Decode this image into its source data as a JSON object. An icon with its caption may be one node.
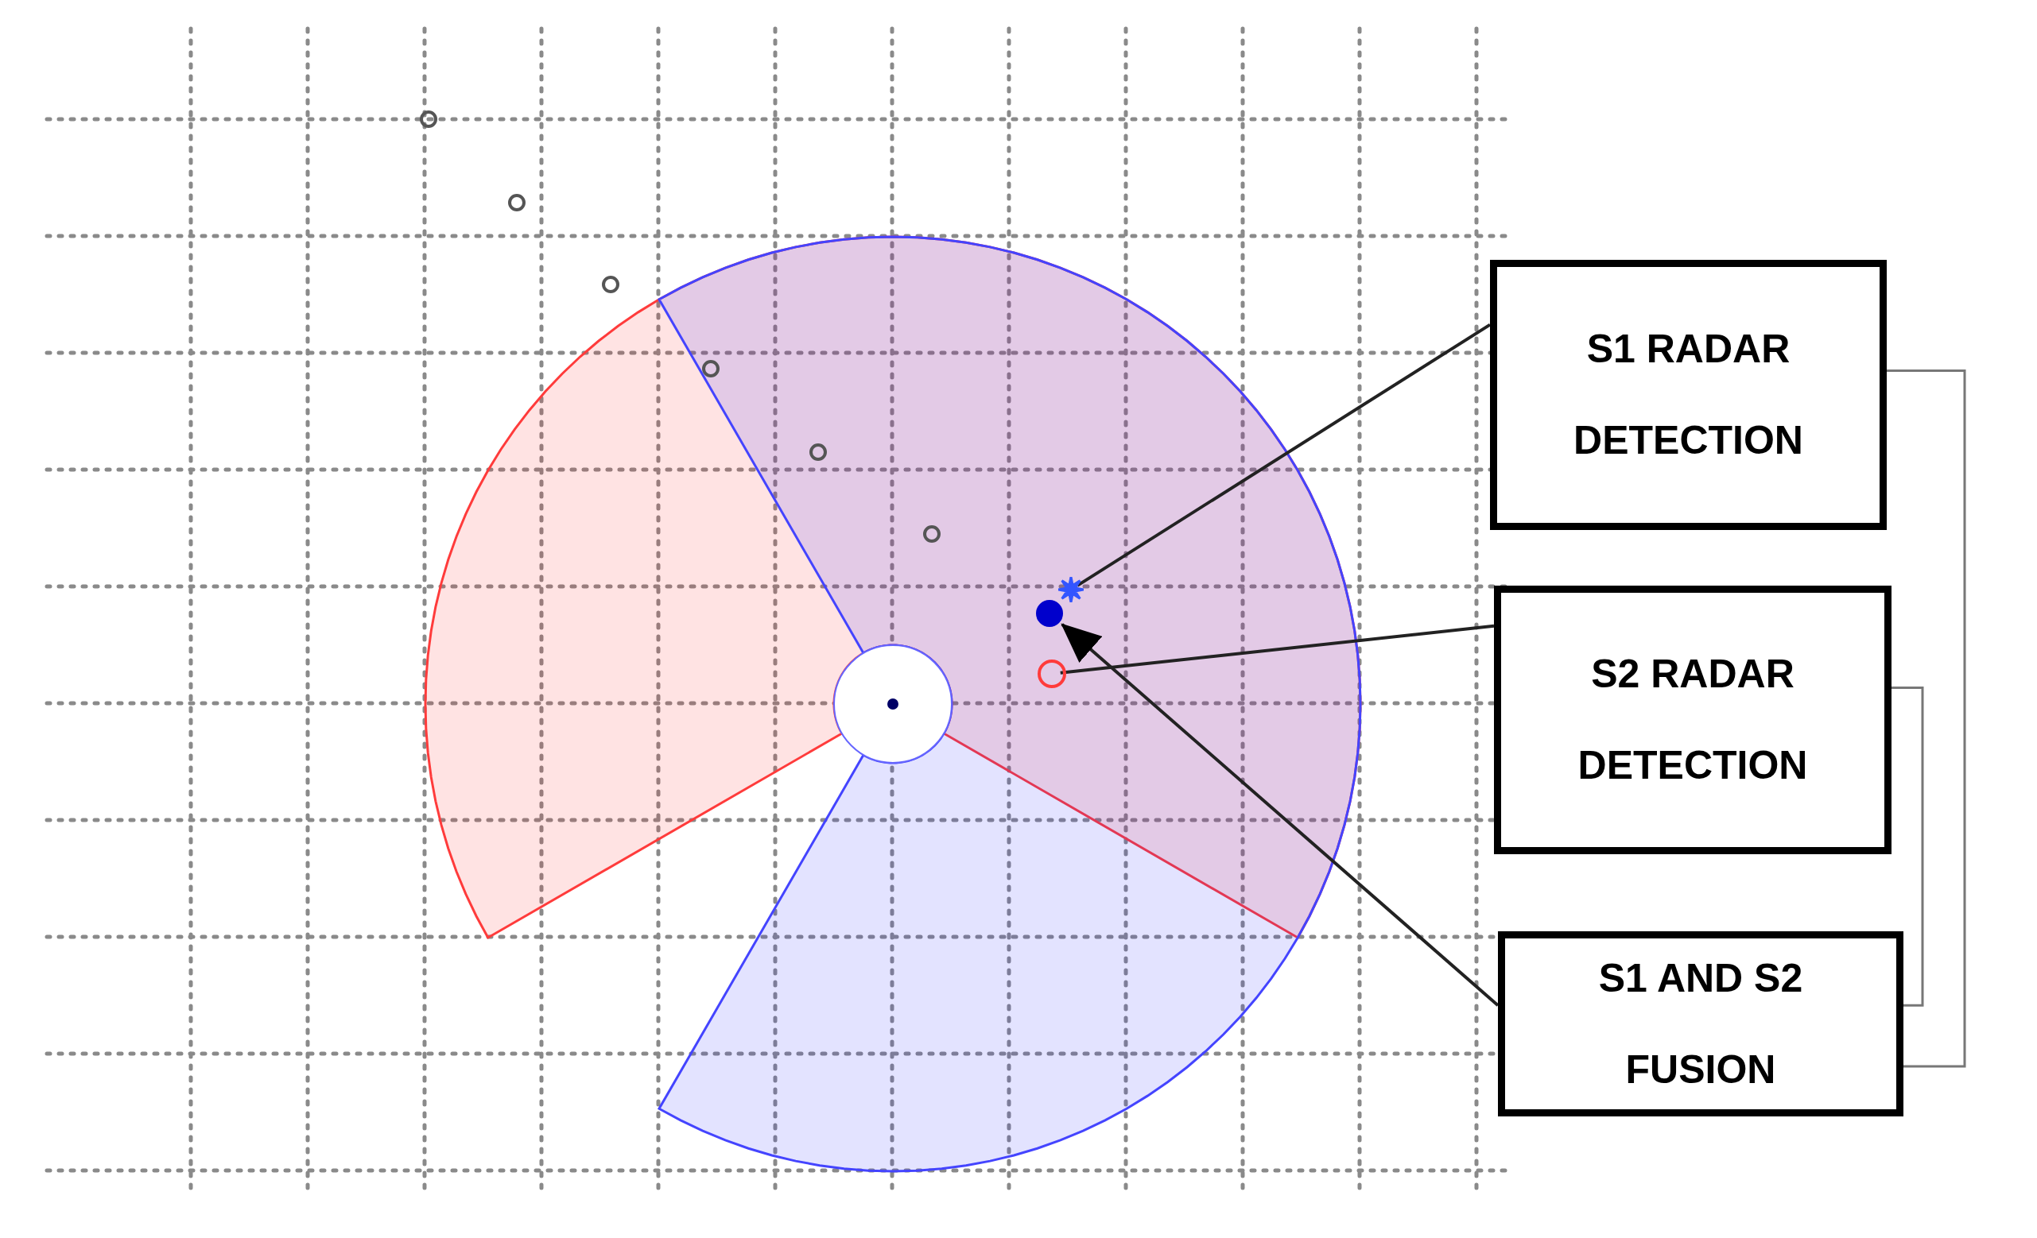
{
  "diagram": {
    "nodes": [
      {
        "text": [
          "S1 RADAR DETECTION"
        ]
      },
      {
        "text": [
          "S2 RADAR DETECTION"
        ]
      },
      {
        "text": [
          "S1 AND S2 FUSION"
        ]
      },
      {
        "text": [],
        "shape": "star"
      },
      {
        "text": [],
        "shape": "circle"
      },
      {
        "text": [],
        "shape": "circle"
      }
    ],
    "edges": [
      {
        "from": 0,
        "to": 3,
        "arrow": "none"
      },
      {
        "from": 1,
        "to": 5,
        "arrow": "none"
      },
      {
        "from": 2,
        "to": 4,
        "arrow": "to"
      },
      {
        "from": 0,
        "to": 2,
        "arrow": "none",
        "color": "#777777"
      },
      {
        "from": 1,
        "to": 2,
        "arrow": "none",
        "color": "#777777"
      }
    ]
  }
}
